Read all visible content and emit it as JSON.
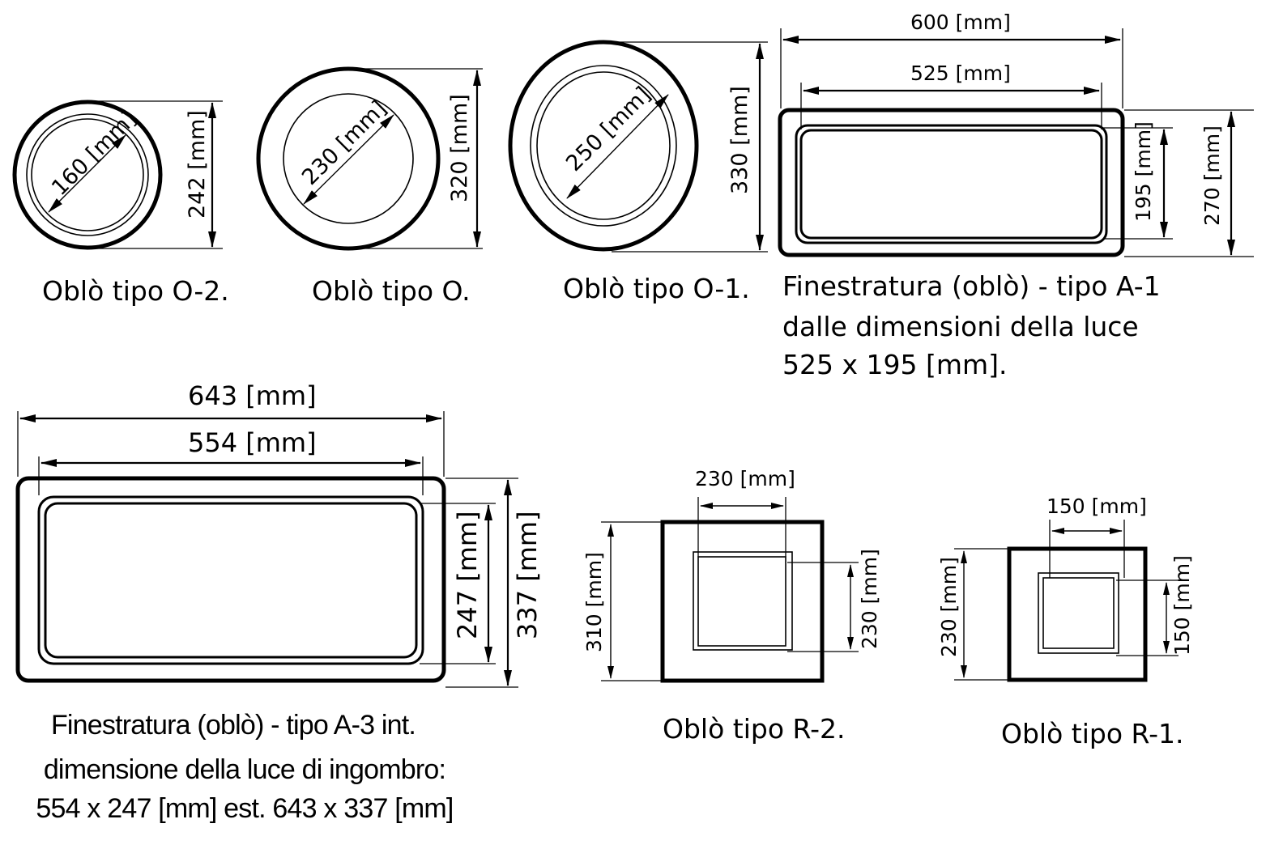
{
  "drawings": {
    "oblo_o2": {
      "caption": "Oblò tipo O-2.",
      "inner_diameter": "160 [mm]",
      "outer_height": "242 [mm]"
    },
    "oblo_o": {
      "caption": "Oblò tipo O.",
      "inner_diameter": "230 [mm]",
      "outer_height": "320 [mm]"
    },
    "oblo_o1": {
      "caption": "Oblò tipo O-1.",
      "inner_diameter": "250 [mm]",
      "outer_height": "330 [mm]"
    },
    "finestratura_a1": {
      "caption_lines": [
        "Finestratura (oblò) - tipo A-1",
        "dalle dimensioni della luce",
        "525 x 195 [mm]."
      ],
      "outer_width": "600 [mm]",
      "inner_width": "525 [mm]",
      "inner_height": "195 [mm]",
      "outer_height": "270 [mm]"
    },
    "finestratura_a3": {
      "caption_lines": [
        "Finestratura (oblò) - tipo A-3 int.",
        "dimensione della luce di ingombro:",
        "554 x 247 [mm] est. 643 x 337 [mm]"
      ],
      "outer_width": "643 [mm]",
      "inner_width": "554 [mm]",
      "inner_height": "247 [mm]",
      "outer_height": "337 [mm]"
    },
    "oblo_r2": {
      "caption": "Oblò tipo R-2.",
      "inner_width": "230 [mm]",
      "inner_height": "230 [mm]",
      "outer_height": "310 [mm]"
    },
    "oblo_r1": {
      "caption": "Oblò tipo R-1.",
      "inner_width": "150 [mm]",
      "inner_height": "150 [mm]",
      "outer_height": "230 [mm]"
    }
  }
}
